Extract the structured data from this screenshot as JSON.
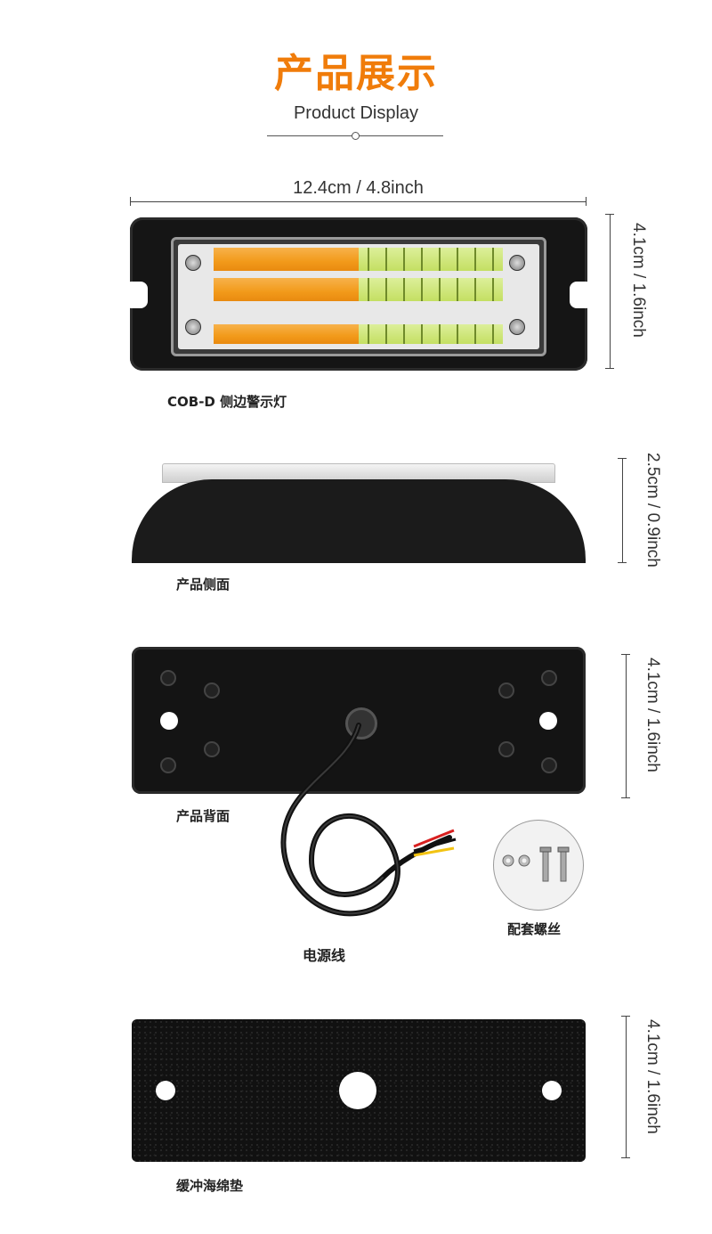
{
  "header": {
    "title_cn": "产品展示",
    "title_en": "Product Display"
  },
  "front": {
    "width_label": "12.4cm / 4.8inch",
    "height_label": "4.1cm / 1.6inch",
    "caption": "COB-D 侧边警示灯"
  },
  "side": {
    "height_label": "2.5cm / 0.9inch",
    "caption": "产品侧面"
  },
  "back": {
    "height_label": "4.1cm / 1.6inch",
    "caption": "产品背面",
    "cable_caption": "电源线",
    "screws_caption": "配套螺丝"
  },
  "foam": {
    "height_label": "4.1cm / 1.6inch",
    "caption": "缓冲海绵垫"
  },
  "colors": {
    "title_orange": "#f07c0a",
    "amber_led": "#f29a1a",
    "green_led": "#c9e36a",
    "body_black": "#151515"
  }
}
